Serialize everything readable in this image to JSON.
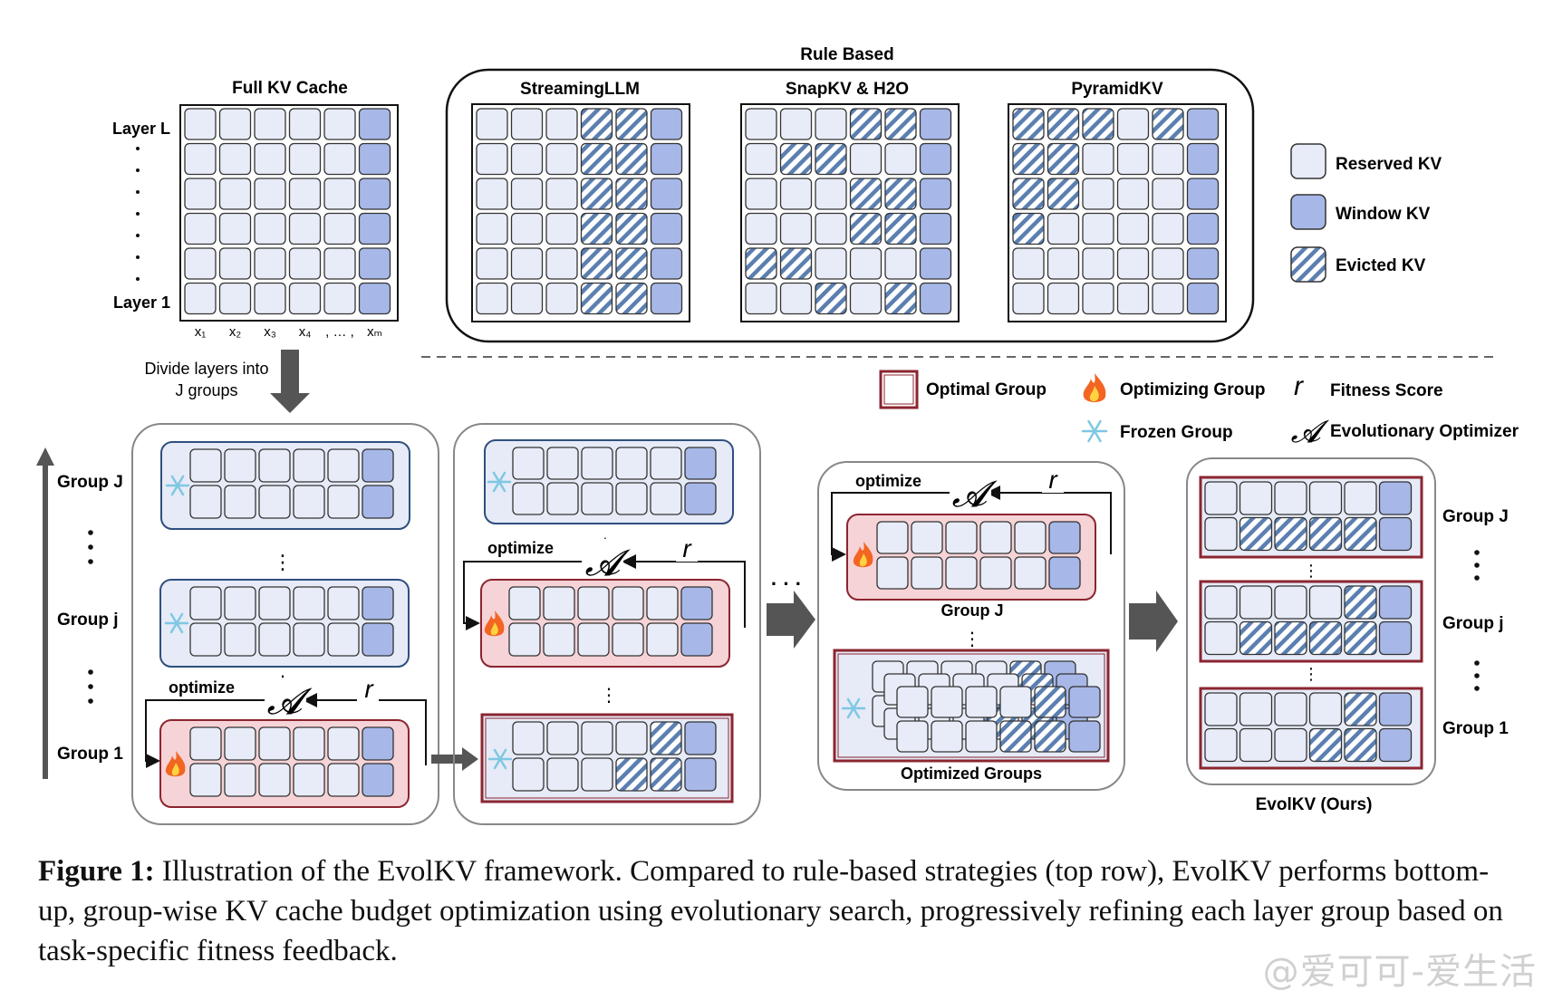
{
  "colors": {
    "reserved": "#e8ecf8",
    "window": "#a7b8e8",
    "evicted_stripe": "#5b7fb0",
    "cell_border": "#333333",
    "group_fill": "#e6ebf7",
    "group_border": "#2f4f7f",
    "opt_fill": "#f6d3d6",
    "opt_border": "#8b2530",
    "optimal_border": "#8b2530"
  },
  "top": {
    "full_kv": {
      "title": "Full KV Cache",
      "layer_top": "Layer L",
      "layer_bottom": "Layer 1",
      "x_labels": [
        "x1",
        "x2",
        "x3",
        "x4",
        ", … ,",
        "xm"
      ],
      "grid": [
        "RRRRRW",
        "RRRRRW",
        "RRRRRW",
        "RRRRRW",
        "RRRRRW",
        "RRRRRW"
      ]
    },
    "rule_based": {
      "title": "Rule Based",
      "methods": [
        {
          "name": "StreamingLLM",
          "grid": [
            "RRREEW",
            "RRREEW",
            "RRREEW",
            "RRREEW",
            "RRREEW",
            "RRREEW"
          ]
        },
        {
          "name": "SnapKV & H2O",
          "grid": [
            "RRREEW",
            "REERRW",
            "RRREEW",
            "RRREEW",
            "EERRRW",
            "RREREW"
          ]
        },
        {
          "name": "PyramidKV",
          "grid": [
            "EEEREW",
            "EERRRW",
            "EERRRW",
            "ERRRRW",
            "RRRRRW",
            "RRRRRW"
          ]
        }
      ]
    },
    "legend": [
      {
        "type": "reserved",
        "label": "Reserved KV"
      },
      {
        "type": "window",
        "label": "Window KV"
      },
      {
        "type": "evicted",
        "label": "Evicted KV"
      }
    ]
  },
  "bottom": {
    "divide_text_1": "Divide layers into",
    "divide_text_2": "J groups",
    "axis_groups": [
      "Group J",
      "Group j",
      "Group 1"
    ],
    "legend": {
      "optimal": "Optimal Group",
      "optimizing": "Optimizing Group",
      "fitness_symbol": "r",
      "fitness": "Fitness Score",
      "frozen": "Frozen Group",
      "optimizer_symbol": "𝓐",
      "optimizer": "Evolutionary Optimizer"
    },
    "optimize_label": "optimize",
    "ellipsis": "· · ·",
    "stage3_group_label": "Group J",
    "stage3_optimized_label": "Optimized Groups",
    "final_label": "EvolKV (Ours)",
    "final_groups": [
      "Group J",
      "Group j",
      "Group 1"
    ],
    "final_grids": [
      [
        "RRRRRW",
        "REEEEW"
      ],
      [
        "RRRREW",
        "REEEEW"
      ],
      [
        "RRRREW",
        "RRREEW"
      ]
    ],
    "stage2_optimal_grid": [
      "RRRREW",
      "RRREEW"
    ],
    "stage3_stack_grid": [
      "RRRREW",
      "RRREEW"
    ]
  },
  "caption": {
    "label": "Figure 1:",
    "text": " Illustration of the EvolKV framework. Compared to rule-based strategies (top row), EvolKV performs bottom-up, group-wise KV cache budget optimization using evolutionary search, progressively refining each layer group based on task-specific fitness feedback."
  },
  "watermark": "@爱可可-爱生活"
}
